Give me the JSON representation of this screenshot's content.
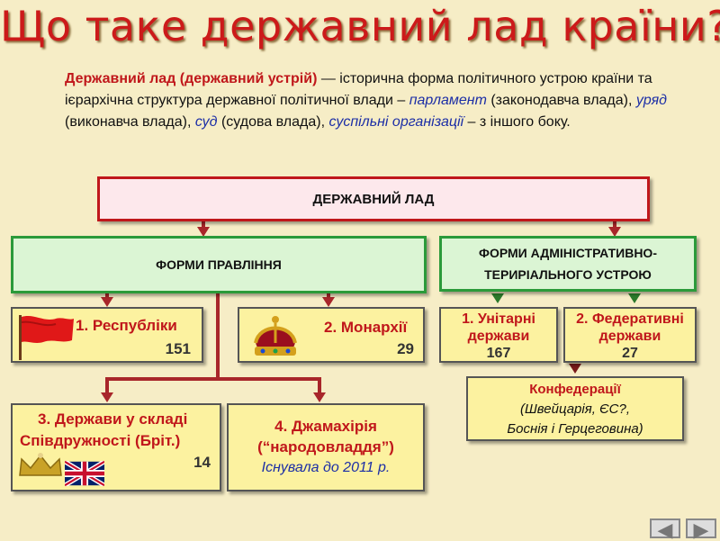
{
  "title": "Що таке державний лад країни?",
  "definition": {
    "term": "Державний лад (державний устрій)",
    "p1": " — історична форма політичного устрою країни та ієрархічна структура державної політичної влади – ",
    "parliament": "парламент",
    "p2": " (законодавча влада), ",
    "government": "уряд",
    "p3": " (виконавча влада), ",
    "court": "суд",
    "p4": " (судова влада), ",
    "orgs": "суспільні організації",
    "p5": " – з іншого боку."
  },
  "root": "ДЕРЖАВНИЙ ЛАД",
  "forms_gov": "ФОРМИ ПРАВЛІННЯ",
  "forms_adm": {
    "line1": "ФОРМИ АДМІНІСТРАТИВНО-",
    "line2": "ТЕРИРІАЛЬНОГО УСТРОЮ"
  },
  "republics": {
    "label": "1. Республіки",
    "count": "151"
  },
  "monarchies": {
    "label": "2. Монархії",
    "count": "29"
  },
  "commonwealth": {
    "line1": "3. Держави у складі",
    "line2": "Співдружності (Бріт.)",
    "count": "14"
  },
  "jamahiriya": {
    "line1": "4. Джамахірія",
    "line2": "(“народовладдя”)",
    "note": "Існувала до 2011 р."
  },
  "unitary": {
    "line1": "1.  Унітарні",
    "line2": "держави",
    "count": "167"
  },
  "federal": {
    "line1": "2. Федеративні",
    "line2": "держави",
    "count": "27"
  },
  "confederations": {
    "line1": "Конфедерації",
    "line2": "(Швейцарія, ЄС?,",
    "line3": "Боснія і Герцеговина)"
  },
  "nav": {
    "prev": "◀",
    "next": "▶"
  },
  "colors": {
    "title": "#cc1a1a",
    "accent_red": "#c0171b",
    "accent_blue": "#1c2ea6",
    "green_border": "#2b9a3a",
    "background": "#f6edc6"
  }
}
